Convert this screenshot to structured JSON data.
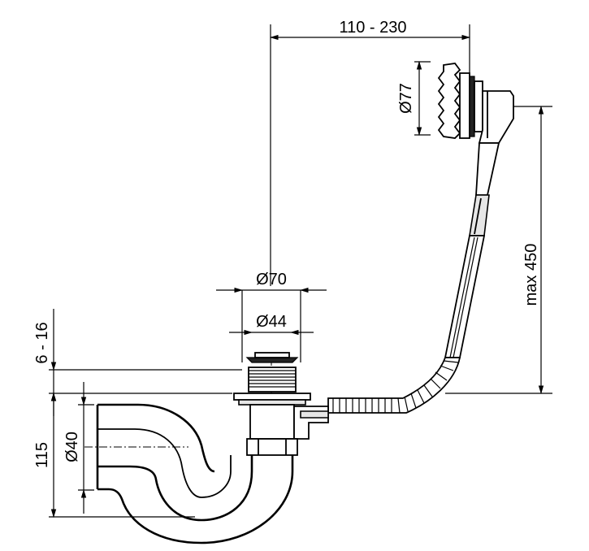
{
  "dimensions": {
    "overflow_reach": "110 - 230",
    "overflow_diameter": "Ø77",
    "tube_length": "max 450",
    "waste_outer": "Ø70",
    "waste_inner": "Ø44",
    "flange_thickness": "6 - 16",
    "trap_height": "115",
    "outlet_diameter": "Ø40"
  }
}
